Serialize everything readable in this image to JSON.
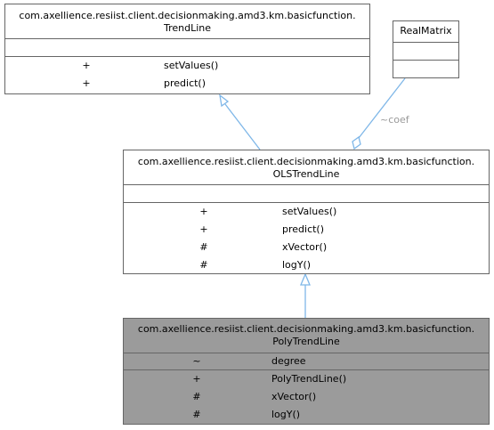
{
  "diagram": {
    "classes": {
      "trendline": {
        "title_line1": "com.axellience.resiist.client.decisionmaking.amd3.km.basicfunction.",
        "title_line2": "TrendLine",
        "attributes": [],
        "operations": [
          {
            "vis": "+",
            "name": "setValues()"
          },
          {
            "vis": "+",
            "name": "predict()"
          }
        ]
      },
      "realmatrix": {
        "title": "RealMatrix",
        "attributes": [],
        "operations": []
      },
      "olstrendline": {
        "title_line1": "com.axellience.resiist.client.decisionmaking.amd3.km.basicfunction.",
        "title_line2": "OLSTrendLine",
        "attributes": [],
        "operations": [
          {
            "vis": "+",
            "name": "setValues()"
          },
          {
            "vis": "+",
            "name": "predict()"
          },
          {
            "vis": "#",
            "name": "xVector()"
          },
          {
            "vis": "#",
            "name": "logY()"
          }
        ]
      },
      "polytrendline": {
        "title_line1": "com.axellience.resiist.client.decisionmaking.amd3.km.basicfunction.",
        "title_line2": "PolyTrendLine",
        "attributes": [
          {
            "vis": "~",
            "name": "degree"
          }
        ],
        "operations": [
          {
            "vis": "+",
            "name": "PolyTrendLine()"
          },
          {
            "vis": "#",
            "name": "xVector()"
          },
          {
            "vis": "#",
            "name": "logY()"
          }
        ]
      }
    },
    "edges": {
      "coef_label": "~coef"
    },
    "colors": {
      "edge": "#7fb7e8",
      "box_border": "#666666",
      "highlight_fill": "#9b9b9b",
      "label": "#9a9a9a"
    }
  }
}
